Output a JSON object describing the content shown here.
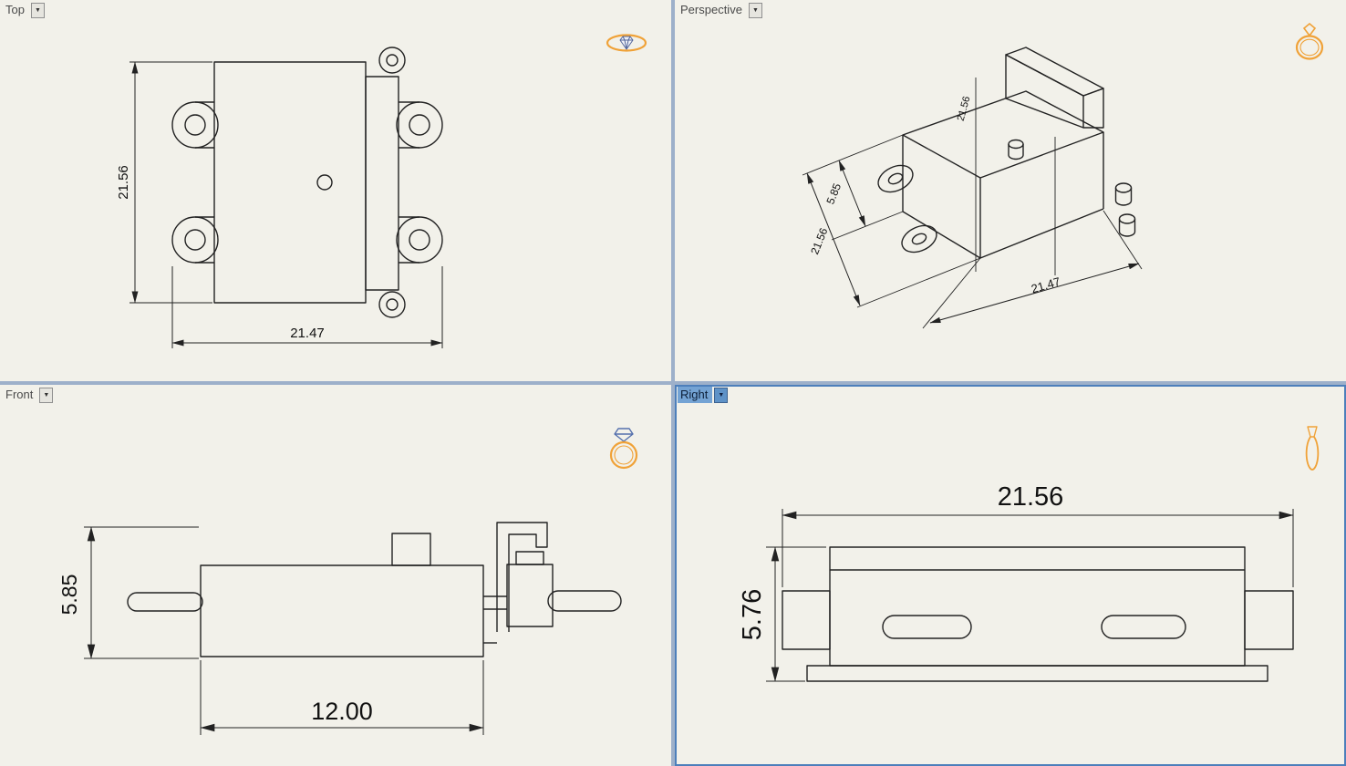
{
  "app": {
    "layout": "four-viewport-cad"
  },
  "viewports": {
    "top": {
      "label": "Top",
      "active": false,
      "view_icon": "ring-top-view-icon",
      "menu_icon": "chevron-down-icon",
      "dimensions": {
        "height": "21.56",
        "width": "21.47"
      }
    },
    "perspective": {
      "label": "Perspective",
      "active": false,
      "view_icon": "ring-perspective-view-icon",
      "menu_icon": "chevron-down-icon",
      "dimensions": {
        "depth": "5.85",
        "height": "21.56",
        "length": "21.47",
        "vertical": "21.56"
      }
    },
    "front": {
      "label": "Front",
      "active": false,
      "view_icon": "ring-front-view-icon",
      "menu_icon": "chevron-down-icon",
      "dimensions": {
        "height": "5.85",
        "width": "12.00"
      }
    },
    "right": {
      "label": "Right",
      "active": true,
      "view_icon": "ring-side-view-icon",
      "menu_icon": "chevron-down-icon",
      "dimensions": {
        "width": "21.56",
        "height": "5.76"
      }
    }
  },
  "colors": {
    "paper": "#f2f1ea",
    "line": "#222222",
    "divider": "#9db0ca",
    "active_label_bg": "#74a3d4",
    "active_border": "#4d7fbb",
    "ring_orange": "#f0a238",
    "diamond_blue": "#5470ad"
  },
  "glyphs": {
    "dropdown": "▼"
  }
}
